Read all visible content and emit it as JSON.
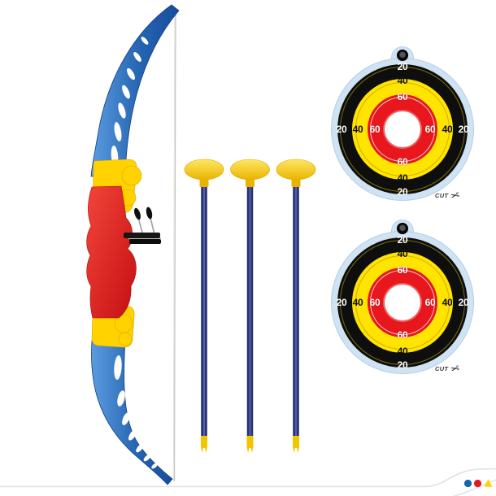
{
  "scene": {
    "description_items": [
      "toy-bow",
      "suction-cup-arrows",
      "score-targets"
    ],
    "arrows_count": 3,
    "targets_count": 2
  },
  "targets": [
    {
      "cut_label": "CUT",
      "scores": {
        "outer": "20",
        "middle": "40",
        "inner": "60"
      }
    },
    {
      "cut_label": "CUT",
      "scores": {
        "outer": "20",
        "middle": "40",
        "inner": "60"
      }
    }
  ],
  "icons": {
    "scissors": "✂"
  },
  "colors": {
    "background": "#ffffff",
    "bow_blue": "#2565b2",
    "bow_blue_light": "#5b9ce0",
    "riser_red": "#e42318",
    "pocket_yellow": "#ffd200",
    "arrow_shaft_navy": "#2b3474",
    "arrow_cup_yellow": "#fbce00",
    "string_gray": "#d8d6d0",
    "target_paper_blue": "#cfe3f3",
    "target_black": "#0e0e0e",
    "target_yellow": "#ffe400",
    "target_red": "#e8161d",
    "swoosh_gray": "#e3e1df",
    "logo_blue": "#1565b0",
    "logo_red": "#e11a22",
    "logo_yellow": "#ffd400"
  }
}
